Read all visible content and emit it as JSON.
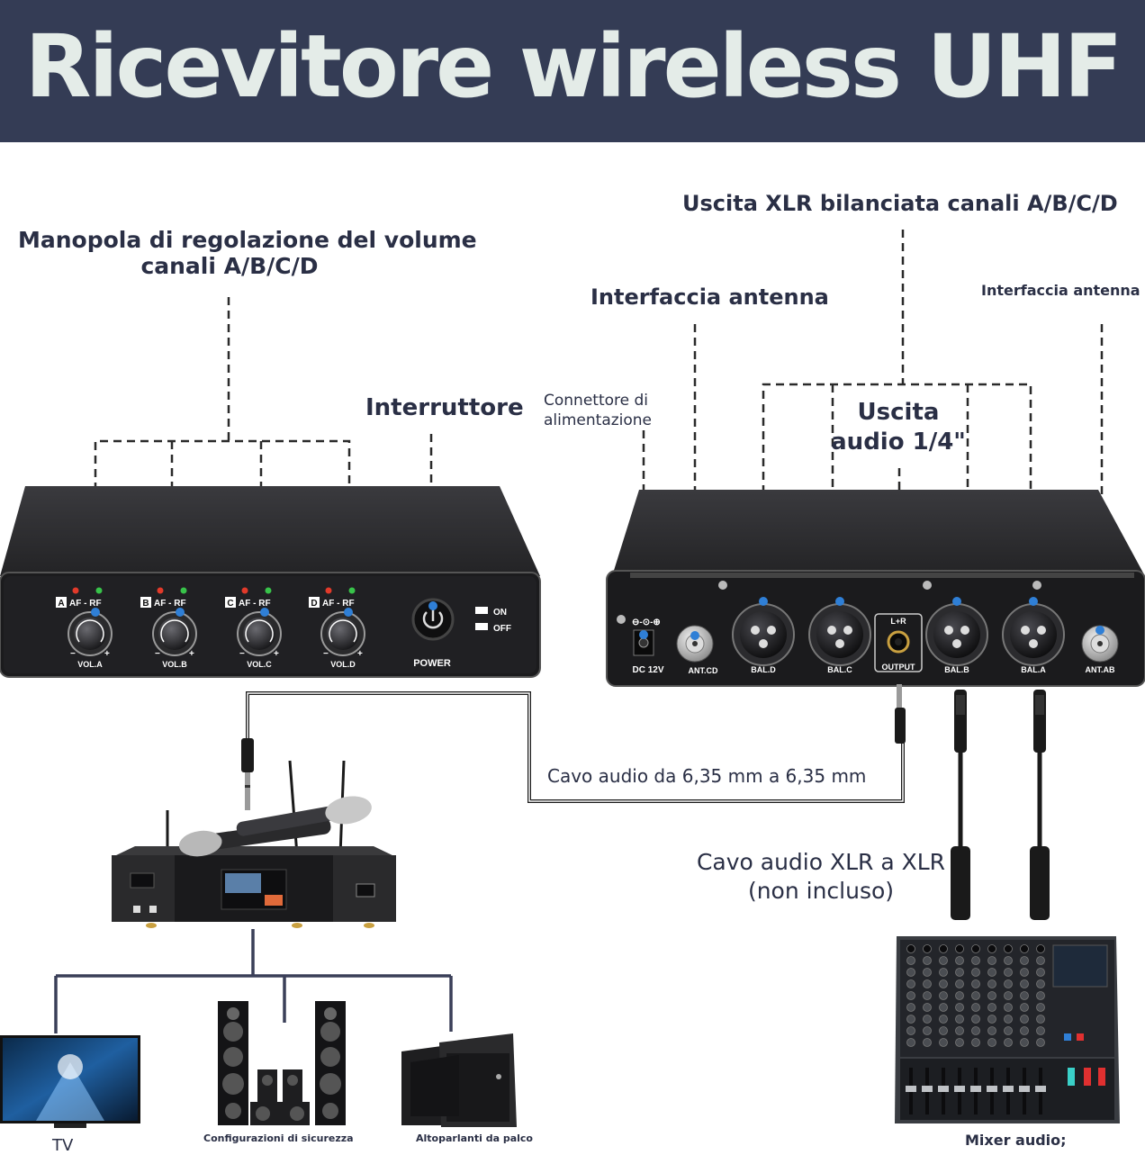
{
  "title": "Ricevitore wireless UHF",
  "labels": {
    "volume_knob_line1": "Manopola di regolazione del volume",
    "volume_knob_line2": "canali A/B/C/D",
    "power_switch": "Interruttore",
    "power_connector_line1": "Connettore di",
    "power_connector_line2": "alimentazione",
    "antenna_interface_1": "Interfaccia antenna",
    "xlr_output": "Uscita XLR bilanciata canali A/B/C/D",
    "antenna_interface_2": "Interfaccia antenna",
    "audio_out_line1": "Uscita",
    "audio_out_line2": "audio 1/4\"",
    "jack_cable": "Cavo audio da 6,35 mm a 6,35 mm",
    "xlr_cable_line1": "Cavo audio XLR a XLR",
    "xlr_cable_line2": "(non incluso)",
    "tv": "TV",
    "speakers_setup": "Configurazioni di sicurezza",
    "stage_speakers": "Altoparlanti da palco",
    "mixer": "Mixer audio;"
  },
  "front_panel": {
    "channels": [
      {
        "letter": "A",
        "indicator": "AF - RF",
        "vol": "VOL.A"
      },
      {
        "letter": "B",
        "indicator": "AF - RF",
        "vol": "VOL.B"
      },
      {
        "letter": "C",
        "indicator": "AF - RF",
        "vol": "VOL.C"
      },
      {
        "letter": "D",
        "indicator": "AF - RF",
        "vol": "VOL.D"
      }
    ],
    "on_label": "ON",
    "off_label": "OFF",
    "power_label": "POWER"
  },
  "rear_panel": {
    "dc_label": "DC 12V",
    "ant_cd": "ANT.CD",
    "bal_d": "BAL.D",
    "bal_c": "BAL.C",
    "lr_label": "L+R",
    "output_label": "OUTPUT",
    "bal_b": "BAL.B",
    "bal_a": "BAL.A",
    "ant_ab": "ANT.AB"
  },
  "colors": {
    "banner_bg": "#343c55",
    "title_text": "#e4ece8",
    "label_text": "#2a2f45",
    "accent_dot": "#2f7fd6",
    "device_body": "#1b1b1d"
  }
}
